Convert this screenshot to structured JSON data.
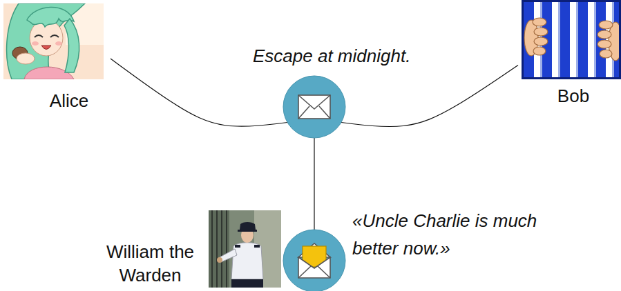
{
  "diagram": {
    "nodes": [
      {
        "text": [
          "Alice"
        ]
      },
      {
        "text": [
          "Escape at midnight."
        ]
      },
      {
        "text": [
          "Bob"
        ]
      },
      {
        "text": [
          "William the Warden"
        ]
      },
      {
        "text": [
          "«Uncle Charlie is much better now.»"
        ]
      }
    ],
    "edges": [
      {
        "from": 0,
        "to": 1,
        "arrow": "none"
      },
      {
        "from": 2,
        "to": 1,
        "arrow": "none"
      },
      {
        "from": 1,
        "to": 4,
        "arrow": "none"
      }
    ]
  }
}
